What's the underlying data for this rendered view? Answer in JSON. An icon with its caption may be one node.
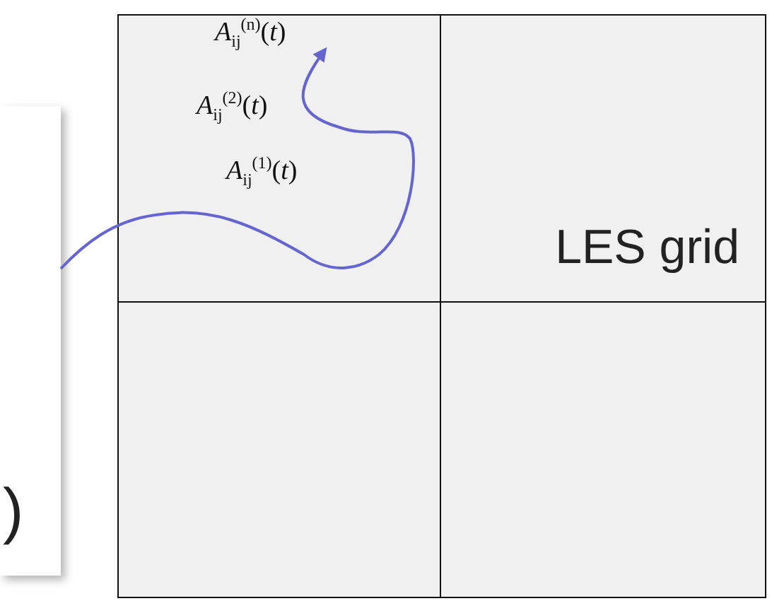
{
  "diagram": {
    "nodes": [
      {
        "text": [],
        "shape": "box"
      },
      {
        "text": [
          "LES grid"
        ]
      },
      {
        "text": [],
        "shape": "box"
      },
      {
        "text": [],
        "shape": "box"
      },
      {
        "text": [
          ")"
        ]
      }
    ],
    "edges": [
      {
        "from": 4,
        "to": 0,
        "arrow": "to"
      }
    ],
    "labels": [
      "*A*$_{ij}$$^{(n)}$(*t*)",
      "*A*$_{ij}$$^{(2)}$(*t*)",
      "*A*$_{ij}$$^{(1)}$(*t*)"
    ]
  }
}
